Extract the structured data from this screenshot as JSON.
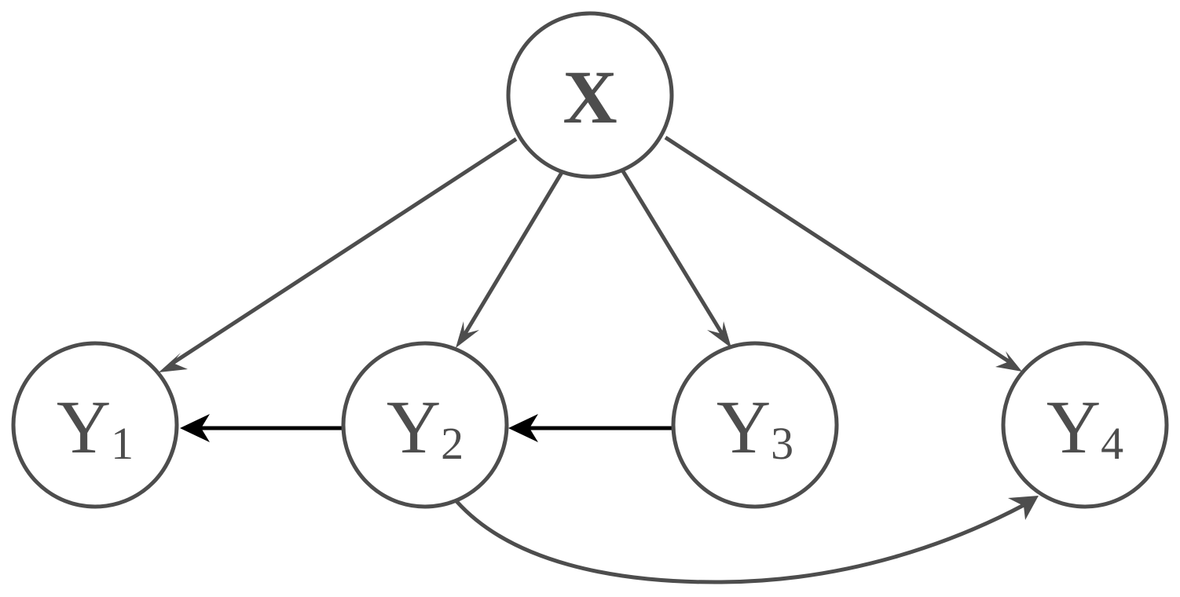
{
  "nodes": {
    "x": {
      "label": "X"
    },
    "y1": {
      "label": "Y",
      "subscript": "1"
    },
    "y2": {
      "label": "Y",
      "subscript": "2"
    },
    "y3": {
      "label": "Y",
      "subscript": "3"
    },
    "y4": {
      "label": "Y",
      "subscript": "4"
    }
  },
  "edges": [
    {
      "from": "X",
      "to": "Y1"
    },
    {
      "from": "X",
      "to": "Y2"
    },
    {
      "from": "X",
      "to": "Y3"
    },
    {
      "from": "X",
      "to": "Y4"
    },
    {
      "from": "Y2",
      "to": "Y1"
    },
    {
      "from": "Y3",
      "to": "Y2"
    },
    {
      "from": "Y2",
      "to": "Y4"
    }
  ],
  "colors": {
    "node_stroke": "#4d4d4d",
    "edge_from_x": "#4d4d4d",
    "edge_between_y": "#000000",
    "edge_curved": "#4d4d4d"
  }
}
